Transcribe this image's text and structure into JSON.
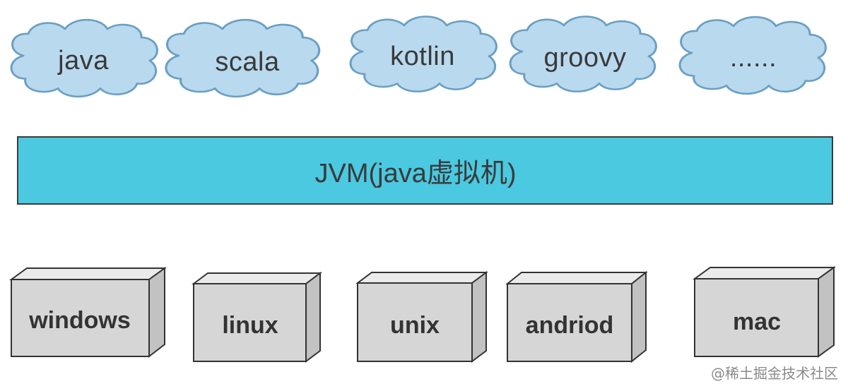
{
  "languages": {
    "items": [
      {
        "label": "java"
      },
      {
        "label": "scala"
      },
      {
        "label": "kotlin"
      },
      {
        "label": "groovy"
      },
      {
        "label": "......"
      }
    ]
  },
  "jvm": {
    "label": "JVM(java虚拟机)"
  },
  "platforms": {
    "items": [
      {
        "label": "windows"
      },
      {
        "label": "linux"
      },
      {
        "label": "unix"
      },
      {
        "label": "andriod"
      },
      {
        "label": "mac"
      }
    ]
  },
  "watermark": {
    "text": "@稀土掘金技术社区"
  },
  "colors": {
    "cloud_fill": "#b9d9ee",
    "cloud_stroke": "#6a9fc4",
    "jvm_fill": "#4ac9e0",
    "box_fill": "#d6d6d6",
    "box_stroke": "#333333"
  }
}
